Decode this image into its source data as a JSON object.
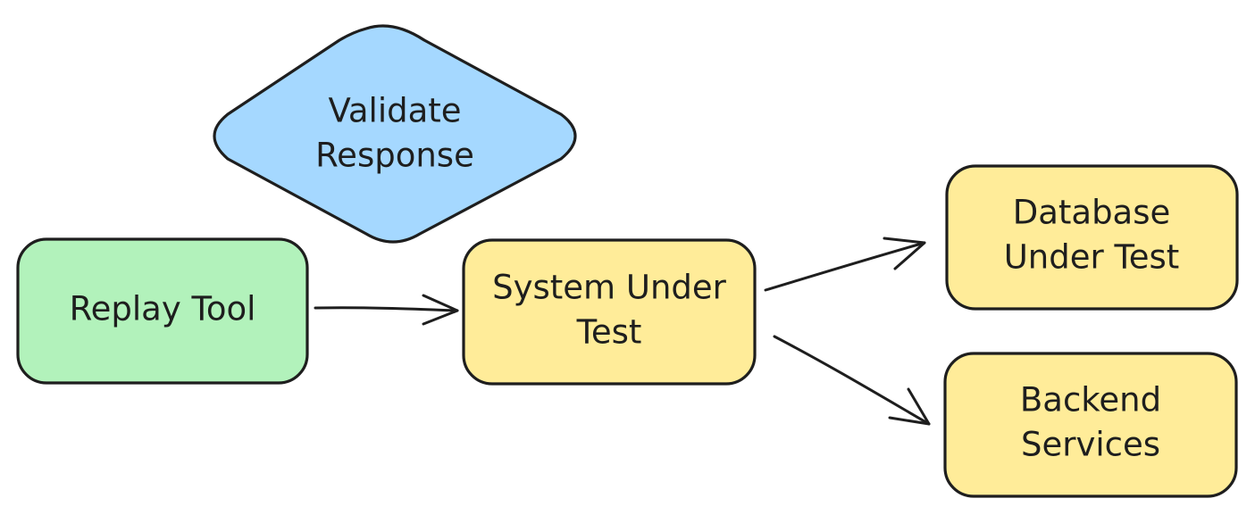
{
  "colors": {
    "stroke": "#1e1e1e",
    "green": "#b2f2bb",
    "yellow": "#ffec99",
    "blue": "#a5d8ff"
  },
  "nodes": [
    {
      "id": "replay-tool",
      "shape": "rounded-rect",
      "color": "#b2f2bb",
      "lines": [
        "Replay Tool"
      ]
    },
    {
      "id": "system-under-test",
      "shape": "rounded-rect",
      "color": "#ffec99",
      "lines": [
        "System Under",
        "Test"
      ]
    },
    {
      "id": "validate-response",
      "shape": "diamond",
      "color": "#a5d8ff",
      "lines": [
        "Validate",
        "Response"
      ]
    },
    {
      "id": "database-under-test",
      "shape": "rounded-rect",
      "color": "#ffec99",
      "lines": [
        "Database",
        "Under Test"
      ]
    },
    {
      "id": "backend-services",
      "shape": "rounded-rect",
      "color": "#ffec99",
      "lines": [
        "Backend",
        "Services"
      ]
    }
  ],
  "edges": [
    {
      "from": "replay-tool",
      "to": "system-under-test"
    },
    {
      "from": "system-under-test",
      "to": "database-under-test"
    },
    {
      "from": "system-under-test",
      "to": "backend-services"
    }
  ]
}
